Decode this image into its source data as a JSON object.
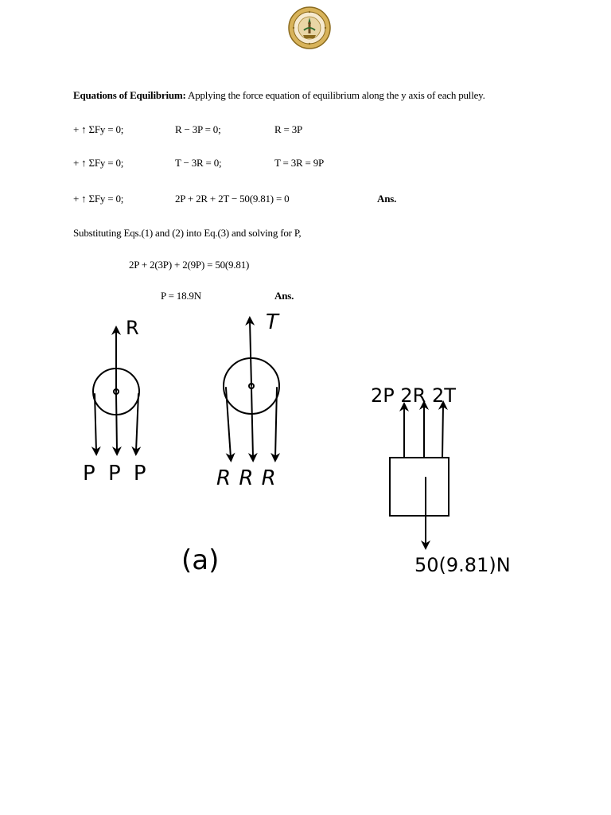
{
  "heading": {
    "bold_part": "Equations of Equilibrium:",
    "rest": " Applying the force equation of equilibrium along the y axis of each pulley."
  },
  "equations": [
    {
      "sum": "+ ↑ ΣFy = 0;",
      "equation": "R − 3P = 0;",
      "result": "R = 3P",
      "ans": ""
    },
    {
      "sum": "+ ↑ ΣFy = 0;",
      "equation": "T − 3R = 0;",
      "result": "T = 3R = 9P",
      "ans": ""
    },
    {
      "sum": "+ ↑ ΣFy = 0;",
      "equation": "2P + 2R + 2T − 50(9.81) = 0",
      "result": "",
      "ans": "Ans."
    }
  ],
  "substitution_text": "Substituting Eqs.(1) and (2) into Eq.(3) and solving for P,",
  "substitution_equation": "2P + 2(3P) + 2(9P) = 50(9.81)",
  "final_result": {
    "value": "P = 18.9N",
    "ans": "Ans."
  },
  "diagram": {
    "pulley1": {
      "top_label": "R",
      "bottom_labels": "P P P"
    },
    "pulley2": {
      "top_label": "T",
      "bottom_labels": "R R R"
    },
    "block": {
      "top_labels": "2P 2R 2T",
      "bottom_label": "50(9.81)N"
    },
    "caption": "(a)"
  }
}
